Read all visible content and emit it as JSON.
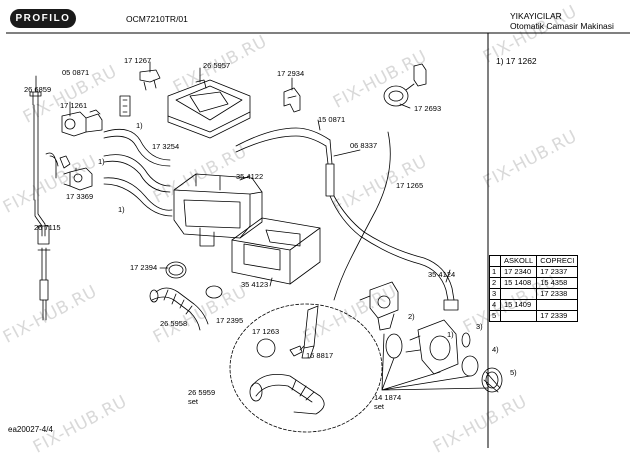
{
  "header": {
    "brand": "PROFILO",
    "model": "OCM7210TR/01",
    "category": "YIKAYICILAR",
    "subtitle": "Otomatik Camasir Makinasi",
    "side_note": "1)  17 1262"
  },
  "footer": {
    "code": "ea20027-4/4"
  },
  "watermark": "FIX-HUB.RU",
  "parts": {
    "p050871": "05 0871",
    "p171267": "17 1267",
    "p265957": "26 5957",
    "p172934": "17 2934",
    "p172693": "17 2693",
    "p266859": "26 6859",
    "p171261": "17 1261",
    "p173254": "17 3254",
    "p150871": "15 0871",
    "p068337": "06 8337",
    "p354122": "35 4122",
    "p171265": "17 1265",
    "p173369": "17 3369",
    "p267115": "26 7115",
    "p172394": "17 2394",
    "p354123": "35 4123",
    "p354124": "35 4124",
    "p265958": "26 5958",
    "p172395": "17 2395",
    "p171263": "17 1263",
    "p168817": "16 8817",
    "p265959": "26 5959",
    "p265959_set": "set",
    "p141874": "14 1874",
    "p141874_set": "set"
  },
  "callouts": {
    "one": "1)",
    "two": "2)",
    "three": "3)",
    "four": "4)",
    "five": "5)"
  },
  "table": {
    "headers": [
      "ASKOLL",
      "COPRECI"
    ],
    "rows": [
      {
        "idx": "1",
        "askoll": "17 2340",
        "copreci": "17 2337"
      },
      {
        "idx": "2",
        "askoll": "15 1408",
        "copreci": "15 4358"
      },
      {
        "idx": "3",
        "askoll": "",
        "copreci": "17 2338"
      },
      {
        "idx": "4",
        "askoll": "15 1409",
        "copreci": ""
      },
      {
        "idx": "5",
        "askoll": "",
        "copreci": "17 2339"
      }
    ]
  }
}
